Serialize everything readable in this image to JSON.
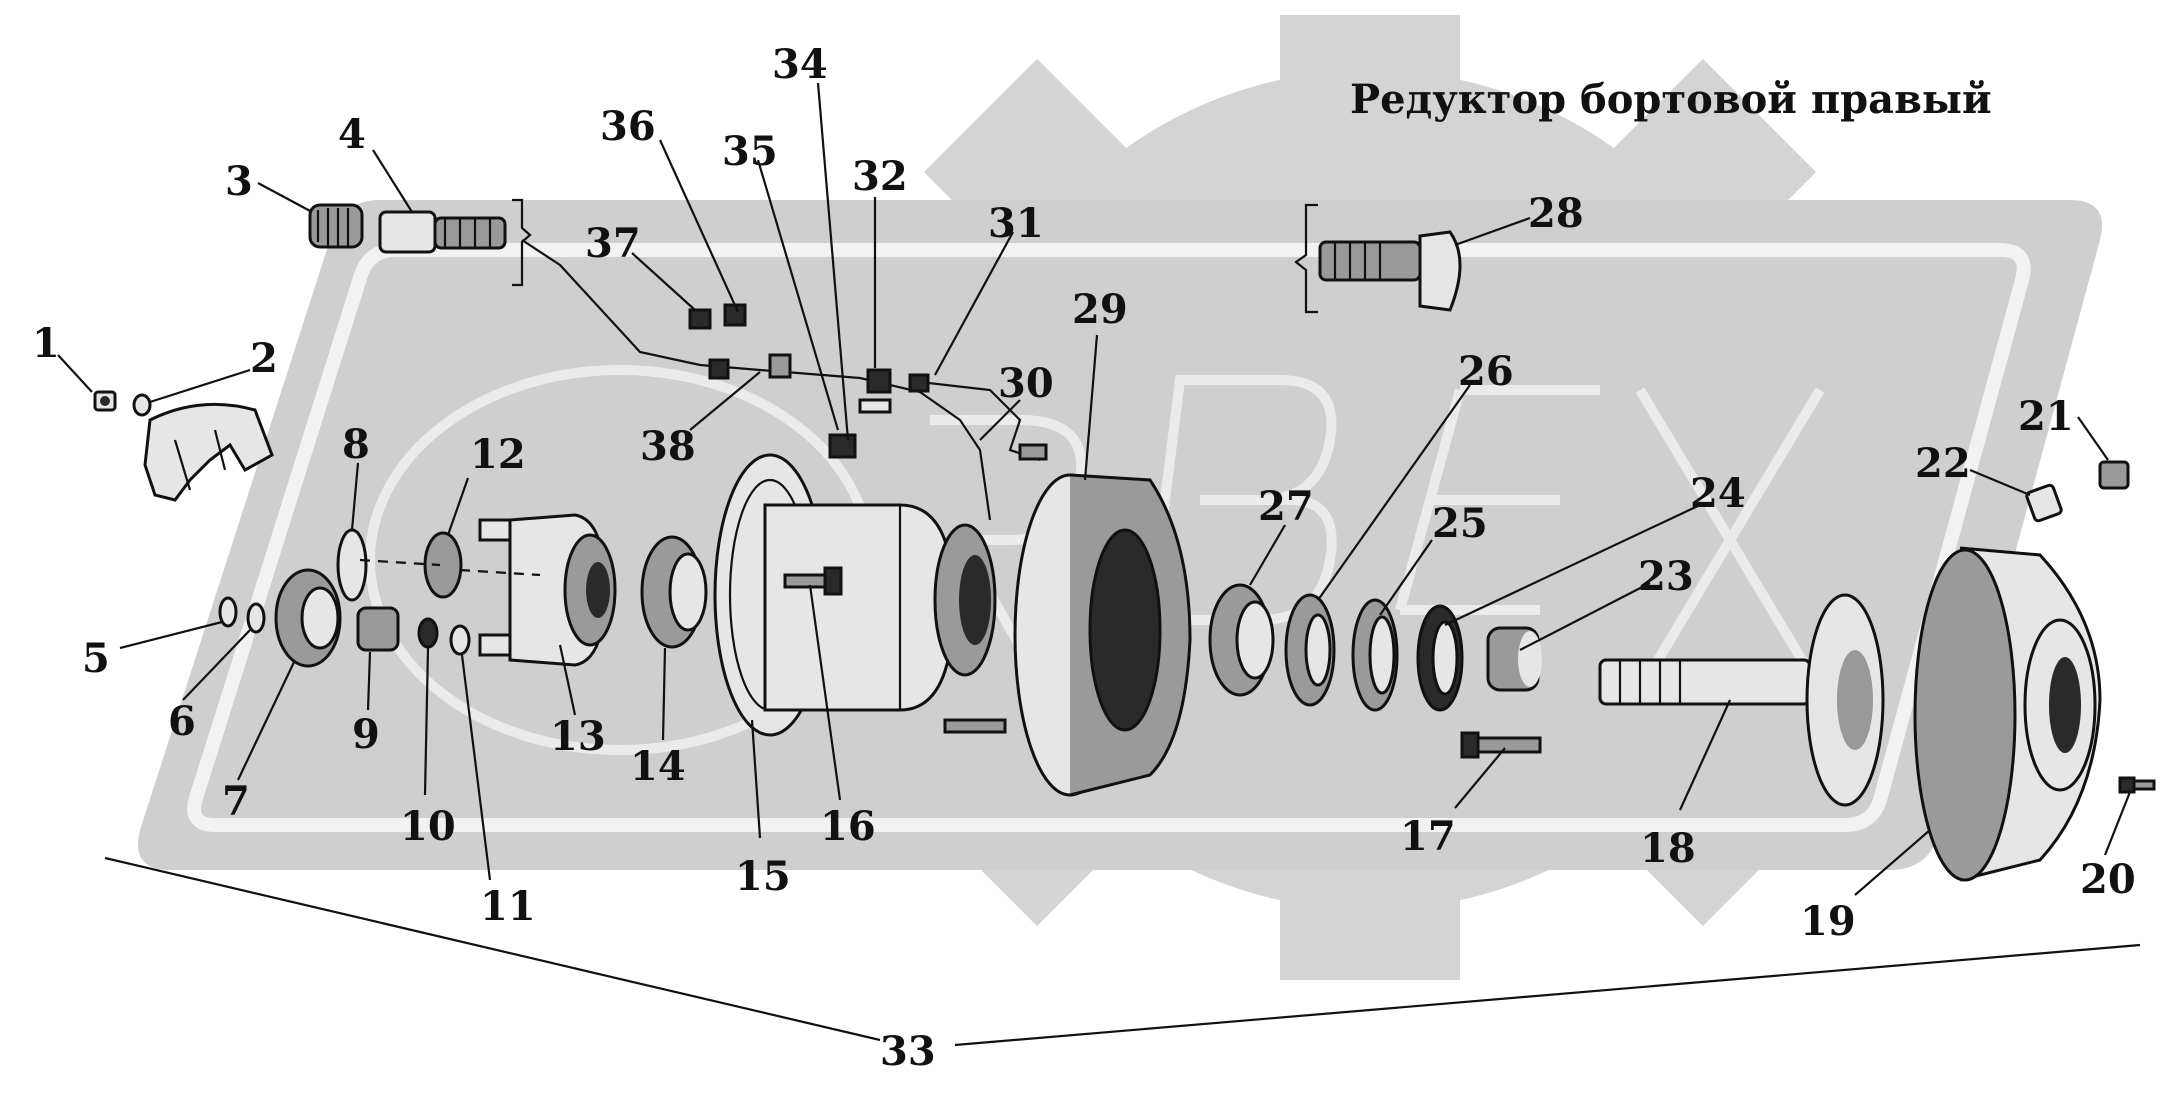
{
  "title": "Редуктор бортовой правый",
  "watermark_text": "ORBEX",
  "callouts": [
    {
      "label": "1"
    },
    {
      "label": "2"
    },
    {
      "label": "3"
    },
    {
      "label": "4"
    },
    {
      "label": "5"
    },
    {
      "label": "6"
    },
    {
      "label": "7"
    },
    {
      "label": "8"
    },
    {
      "label": "9"
    },
    {
      "label": "10"
    },
    {
      "label": "11"
    },
    {
      "label": "12"
    },
    {
      "label": "13"
    },
    {
      "label": "14"
    },
    {
      "label": "15"
    },
    {
      "label": "16"
    },
    {
      "label": "17"
    },
    {
      "label": "18"
    },
    {
      "label": "19"
    },
    {
      "label": "20"
    },
    {
      "label": "21"
    },
    {
      "label": "22"
    },
    {
      "label": "23"
    },
    {
      "label": "24"
    },
    {
      "label": "25"
    },
    {
      "label": "26"
    },
    {
      "label": "27"
    },
    {
      "label": "28"
    },
    {
      "label": "29"
    },
    {
      "label": "30"
    },
    {
      "label": "31"
    },
    {
      "label": "32"
    },
    {
      "label": "33"
    },
    {
      "label": "34"
    },
    {
      "label": "35"
    },
    {
      "label": "36"
    },
    {
      "label": "37"
    },
    {
      "label": "38"
    }
  ]
}
